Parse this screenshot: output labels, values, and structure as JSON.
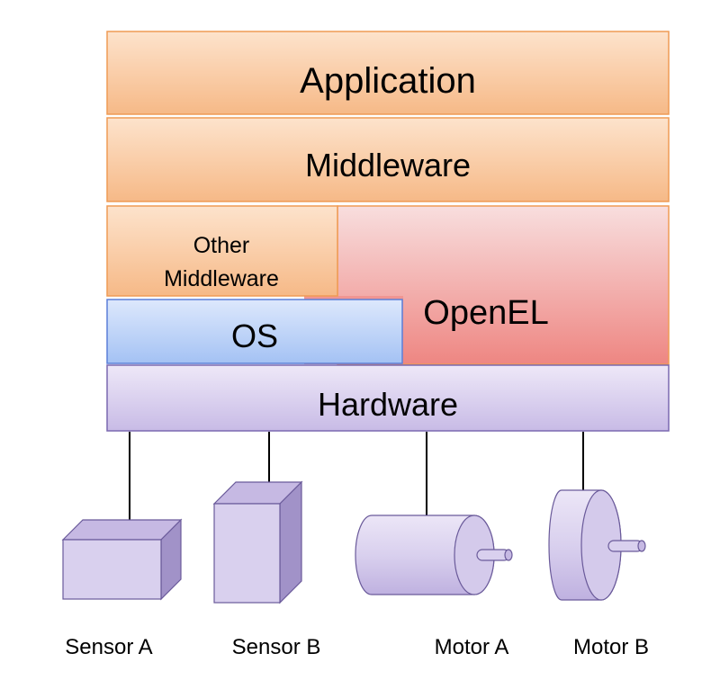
{
  "layers": {
    "application": "Application",
    "middleware": "Middleware",
    "other_middleware_line1": "Other",
    "other_middleware_line2": "Middleware",
    "openel": "OpenEL",
    "os": "OS",
    "hardware": "Hardware"
  },
  "devices": {
    "sensor_a": "Sensor A",
    "sensor_b": "Sensor B",
    "motor_a": "Motor A",
    "motor_b": "Motor B"
  },
  "colors": {
    "orange_light": "#fce1c8",
    "orange_dark": "#f6b987",
    "orange_border": "#ef9b55",
    "pink_light": "#f7dada",
    "pink_dark": "#ee8682",
    "blue_light": "#dbe6fb",
    "blue_dark": "#a4c2f4",
    "blue_border": "#5b7fd8",
    "purple_light": "#ece6f7",
    "purple_dark": "#cabde8",
    "purple_border": "#7a68b0"
  }
}
